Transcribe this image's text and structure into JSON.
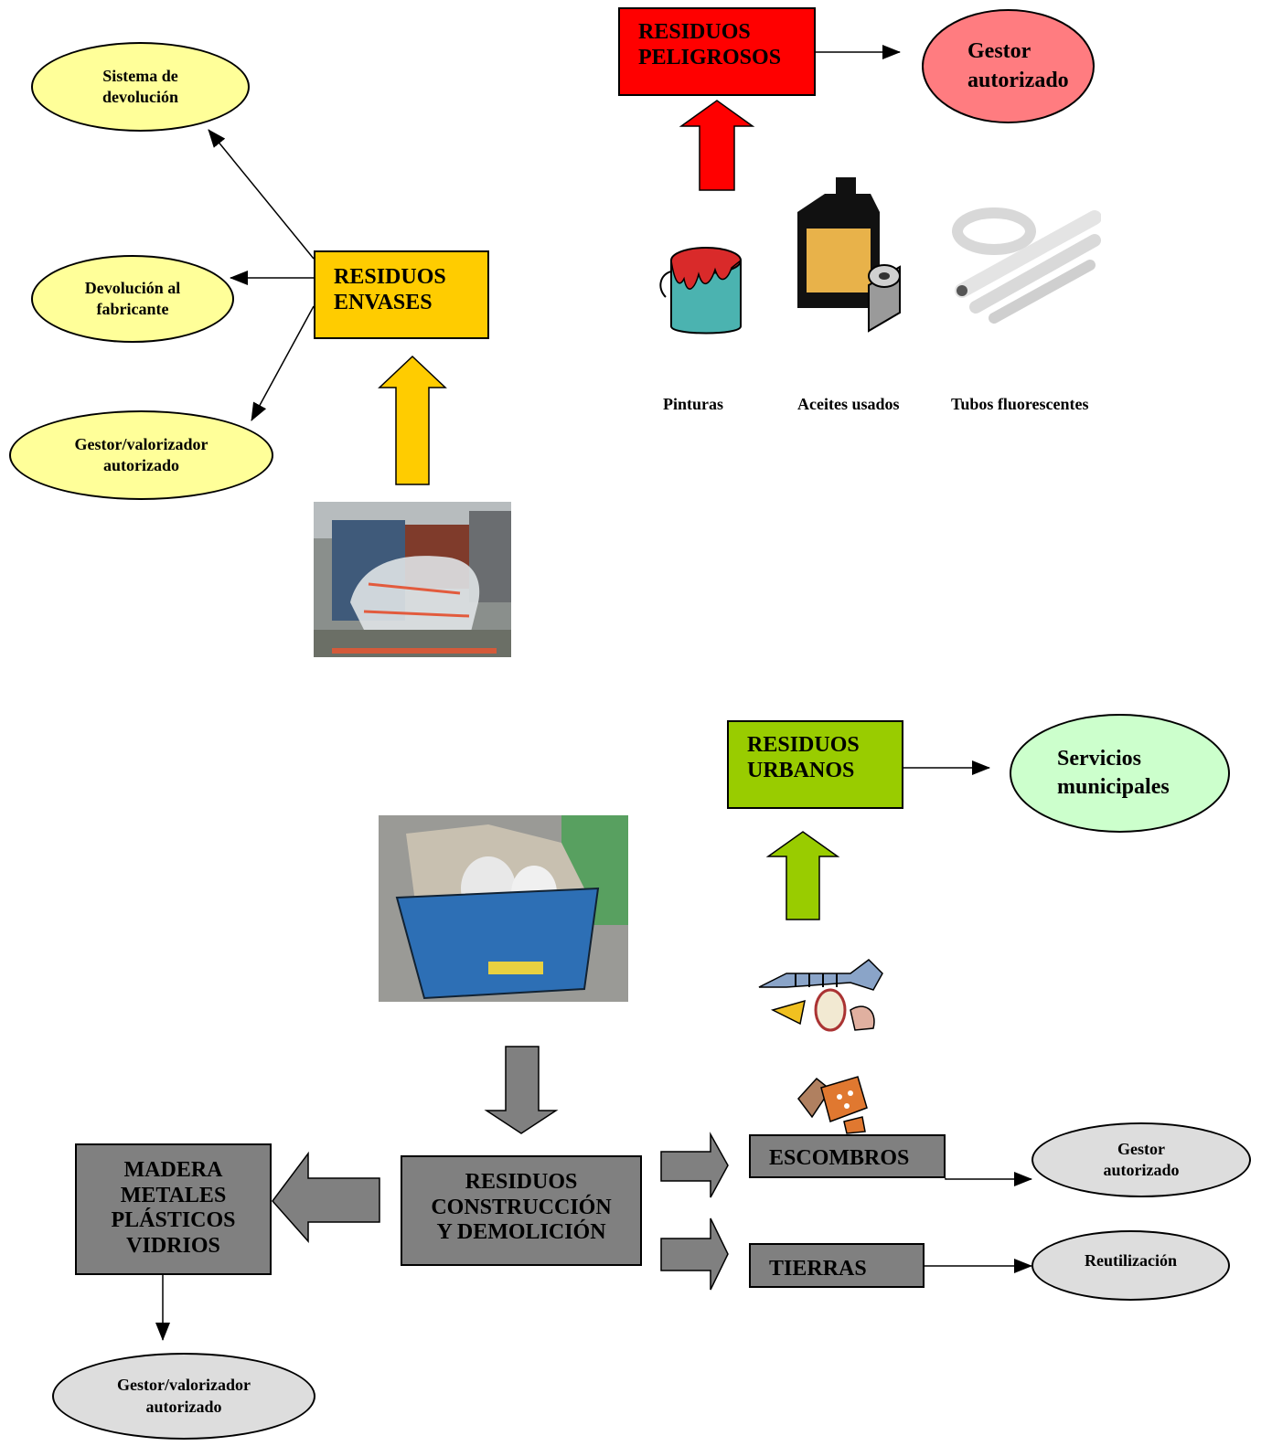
{
  "colors": {
    "envases_box": "#ffcc00",
    "envases_ellipse": "#ffff99",
    "peligrosos_box": "#ff0000",
    "peligrosos_ellipse": "#ff7c80",
    "urbanos_box": "#99cc00",
    "urbanos_ellipse": "#ccffcc",
    "construccion_box": "#808080",
    "construccion_ellipse": "#dddddd"
  },
  "envases": {
    "label": "RESIDUOS\nENVASES",
    "outputs": [
      "Sistema de\ndevolución",
      "Devolución al\nfabricante",
      "Gestor/valorizador\nautorizado"
    ]
  },
  "peligrosos": {
    "label": "RESIDUOS\nPELIGROSOS",
    "output": "Gestor\nautorizado",
    "captions": [
      "Pinturas",
      "Aceites usados",
      "Tubos fluorescentes"
    ]
  },
  "urbanos": {
    "label": "RESIDUOS\nURBANOS",
    "output": "Servicios\nmunicipales"
  },
  "construccion": {
    "label": "RESIDUOS\nCONSTRUCCIÓN\nY DEMOLICIÓN",
    "materials": "MADERA\nMETALES\nPLÁSTICOS\nVIDRIOS",
    "materials_output": "Gestor/valorizador\nautorizado",
    "escombros": "ESCOMBROS",
    "escombros_output": "Gestor\nautorizado",
    "tierras": "TIERRAS",
    "tierras_output": "Reutilización"
  },
  "icons": [
    "packaging-waste-photo",
    "paint-can-icon",
    "oil-bottle-filter-icon",
    "fluorescent-tubes-icon",
    "construction-skip-photo",
    "organic-waste-icon",
    "bricks-rubble-icon"
  ]
}
